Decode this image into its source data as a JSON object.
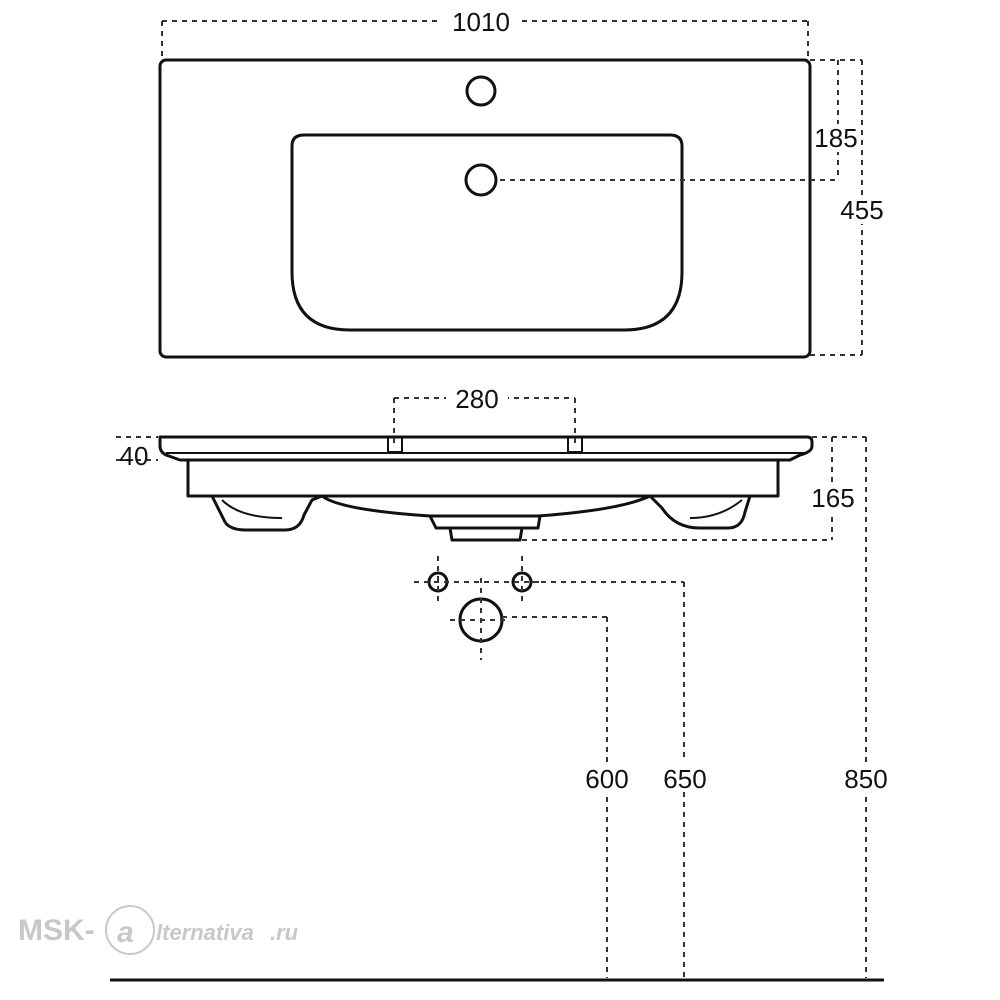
{
  "dimensions": {
    "top_width": "1010",
    "tap_offset": "185",
    "depth": "455",
    "tap_spacing": "280",
    "rim_thickness": "40",
    "basin_height": "165",
    "drain_height": "600",
    "supply_height": "650",
    "rim_height": "850"
  },
  "watermark": {
    "prefix": "MSK-",
    "suffix": "lternativa",
    "domain": ".ru"
  },
  "colors": {
    "line": "#111111",
    "dash": "#333333",
    "watermark": "#c8c8c8"
  }
}
